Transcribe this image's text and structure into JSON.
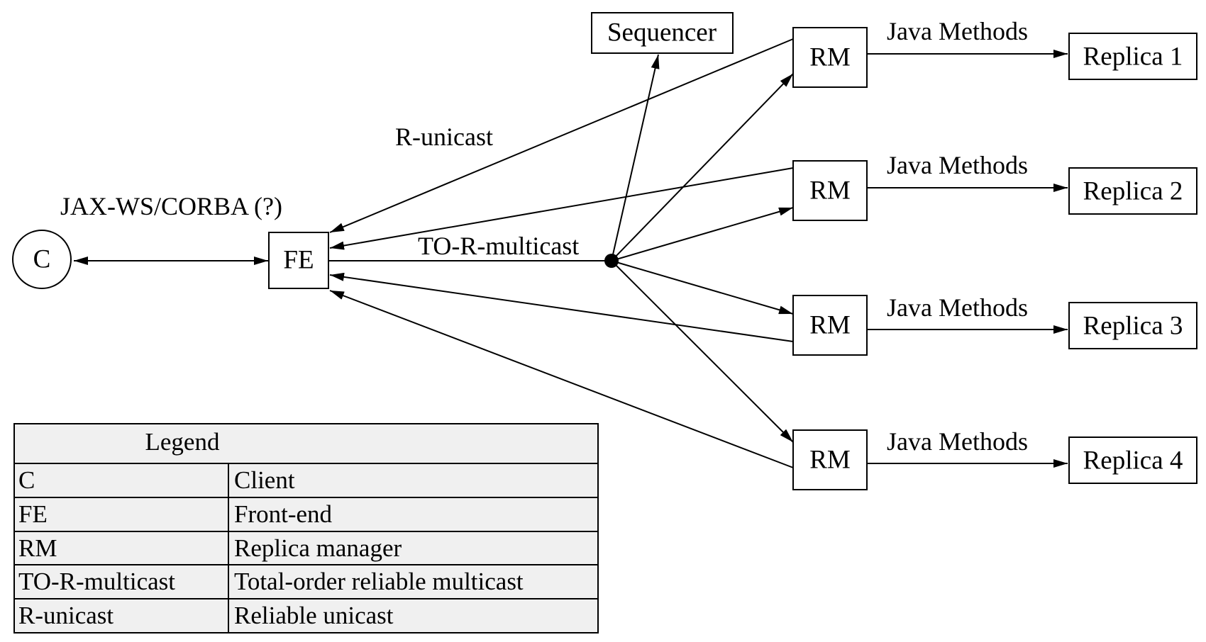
{
  "nodes": {
    "client": "C",
    "front_end": "FE",
    "sequencer": "Sequencer",
    "rm_1": "RM",
    "rm_2": "RM",
    "rm_3": "RM",
    "rm_4": "RM",
    "replica_1": "Replica 1",
    "replica_2": "Replica 2",
    "replica_3": "Replica 3",
    "replica_4": "Replica 4"
  },
  "edge_labels": {
    "client_fe": "JAX-WS/CORBA (?)",
    "r_unicast": "R-unicast",
    "to_r_multicast": "TO-R-multicast",
    "java_methods_1": "Java Methods",
    "java_methods_2": "Java Methods",
    "java_methods_3": "Java Methods",
    "java_methods_4": "Java Methods"
  },
  "legend": {
    "title": "Legend",
    "rows": [
      {
        "abbr": "C",
        "meaning": "Client"
      },
      {
        "abbr": "FE",
        "meaning": "Front-end"
      },
      {
        "abbr": "RM",
        "meaning": "Replica manager"
      },
      {
        "abbr": "TO-R-multicast",
        "meaning": "Total-order reliable multicast"
      },
      {
        "abbr": "R-unicast",
        "meaning": "Reliable unicast"
      }
    ]
  },
  "colors": {
    "stroke": "#000000",
    "legend_fill": "#f0f0f0"
  }
}
